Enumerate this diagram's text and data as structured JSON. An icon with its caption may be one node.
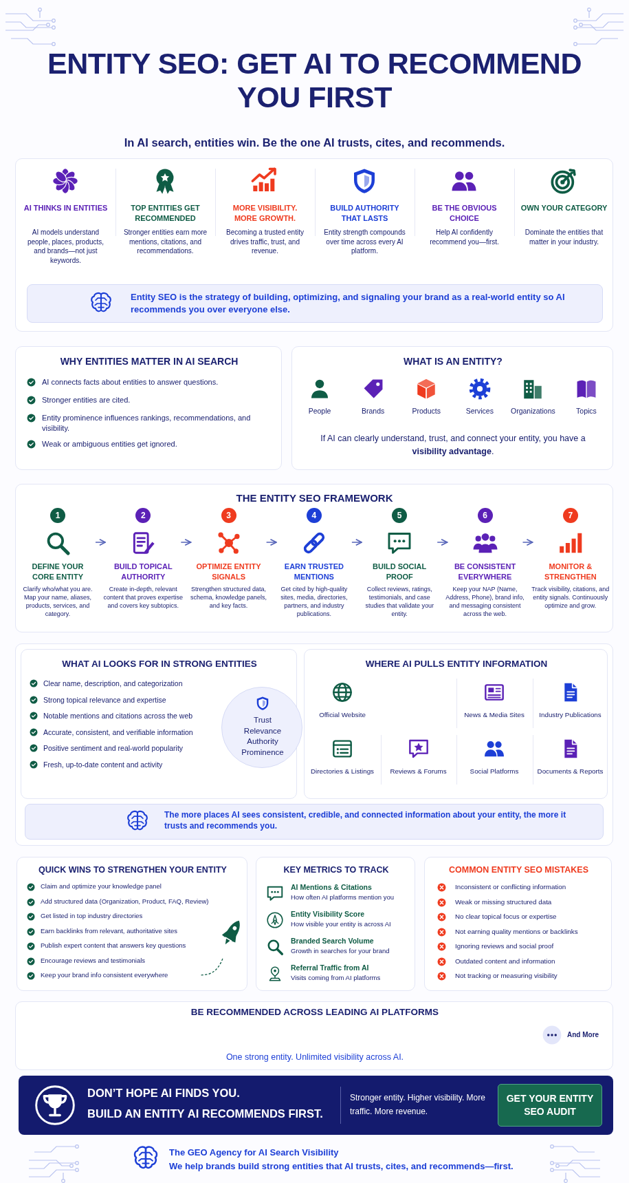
{
  "diagram": {
    "title": "ENTITY SEO: GET AI TO RECOMMEND **YOU FIRST**",
    "nodes": [
      {
        "text": [
          "1",
          "DEFINE YOUR CORE ENTITY",
          "Clarify who/what you are. Map your name, aliases, products, services, and category."
        ]
      },
      {
        "text": [
          "2",
          "BUILD TOPICAL AUTHORITY",
          "Create in-depth, relevant content that proves expertise and covers key subtopics."
        ]
      },
      {
        "text": [
          "3",
          "OPTIMIZE ENTITY SIGNALS",
          "Strengthen structured data, schema, knowledge panels, and key facts."
        ]
      },
      {
        "text": [
          "4",
          "EARN TRUSTED MENTIONS",
          "Get cited by high-quality sites, media, directories, partners, and industry publications."
        ]
      },
      {
        "text": [
          "5",
          "BUILD SOCIAL PROOF",
          "Collect reviews, ratings, testimonials, and case studies that validate your entity."
        ]
      },
      {
        "text": [
          "6",
          "BE CONSISTENT EVERYWHERE",
          "Keep your NAP (Name, Address, Phone), brand info, and messaging consistent across the web."
        ]
      },
      {
        "text": [
          "7",
          "MONITOR & STRENGTHEN",
          "Track visibility, citations, and entity signals. Continuously optimize and grow."
        ]
      },
      {
        "text": [
          "Trust",
          "Relevance",
          "Authority",
          "Prominence"
        ]
      }
    ],
    "edges": [
      {
        "from": 0,
        "to": 1,
        "arrow": "to"
      },
      {
        "from": 1,
        "to": 2,
        "arrow": "to"
      },
      {
        "from": 2,
        "to": 3,
        "arrow": "to"
      },
      {
        "from": 3,
        "to": 4,
        "arrow": "to"
      },
      {
        "from": 4,
        "to": 5,
        "arrow": "to"
      },
      {
        "from": 5,
        "to": 6,
        "arrow": "to"
      }
    ],
    "labels": [
      "In AI search, entities win. Be the one AI trusts, cites, and recommends.",
      "AI THINKS IN ENTITIES",
      "AI models understand people, places, products, and brands—not just keywords.",
      "TOP ENTITIES GET RECOMMENDED",
      "Stronger entities earn more mentions, citations, and recommendations.",
      "MORE VISIBILITY. MORE GROWTH.",
      "Becoming a trusted entity drives traffic, trust, and revenue.",
      "BUILD AUTHORITY THAT LASTS",
      "Entity strength compounds over time across every AI platform.",
      "BE THE OBVIOUS CHOICE",
      "Help AI confidently recommend you—first.",
      "OWN YOUR CATEGORY",
      "Dominate the entities that matter in your industry.",
      "Entity SEO is the strategy of building, optimizing, and signaling your brand as a real-world entity so AI recommends you over everyone else.",
      "WHY ENTITIES MATTER IN AI SEARCH",
      "AI connects facts about entities to answer questions.",
      "Stronger entities are cited.",
      "Entity prominence influences rankings, recommendations, and visibility.",
      "Weak or ambiguous entities get ignored.",
      "WHAT IS AN ENTITY?",
      "People",
      "Brands",
      "Products",
      "Services",
      "Organizations",
      "Topics",
      "If AI can clearly understand, trust, and connect your entity, you have a **visibility advantage**.",
      "THE ENTITY SEO FRAMEWORK",
      "WHAT AI LOOKS FOR IN STRONG ENTITIES",
      "Clear name, description, and categorization",
      "Strong topical relevance and expertise",
      "Notable mentions and citations across the web",
      "Accurate, consistent, and verifiable information",
      "Positive sentiment and real-world popularity",
      "Fresh, up-to-date content and activity",
      "WHERE AI PULLS ENTITY INFORMATION",
      "Official Website",
      "News & Media Sites",
      "Industry Publications",
      "Directories & Listings",
      "Reviews & Forums",
      "Social Platforms",
      "Documents & Reports",
      "The more places AI sees consistent, credible, and connected information about your entity, the more it trusts and recommends you.",
      "QUICK WINS TO STRENGTHEN YOUR ENTITY",
      "Claim and optimize your knowledge panel",
      "Add structured data (Organization, Product, FAQ, Review)",
      "Get listed in top industry directories",
      "Earn backlinks from relevant, authoritative sites",
      "Publish expert content that answers key questions",
      "Encourage reviews and testimonials",
      "Keep your brand info consistent everywhere",
      "KEY METRICS TO TRACK",
      "AI Mentions & Citations",
      "How often AI platforms mention you",
      "Entity Visibility Score",
      "How visible your entity is across AI",
      "Branded Search Volume",
      "Growth in searches for your brand",
      "Referral Traffic from AI",
      "Visits coming from AI platforms",
      "COMMON ENTITY SEO MISTAKES",
      "Inconsistent or conflicting information",
      "Weak or missing structured data",
      "No clear topical focus or expertise",
      "Not earning quality mentions or backlinks",
      "Ignoring reviews and social proof",
      "Outdated content and information",
      "Not tracking or measuring visibility",
      "BE RECOMMENDED ACROSS LEADING AI PLATFORMS",
      "And More",
      "One strong entity. Unlimited visibility across AI.",
      "DON’T HOPE AI FINDS YOU.",
      "BUILD AN ENTITY **AI RECOMMENDS FIRST.**",
      "Stronger entity. Higher visibility. More traffic. More revenue.",
      "GET YOUR ENTITY SEO AUDIT",
      "The GEO Agency for AI Search Visibility",
      "We help brands build strong entities that AI trusts, cites, and recommends—first."
    ]
  }
}
